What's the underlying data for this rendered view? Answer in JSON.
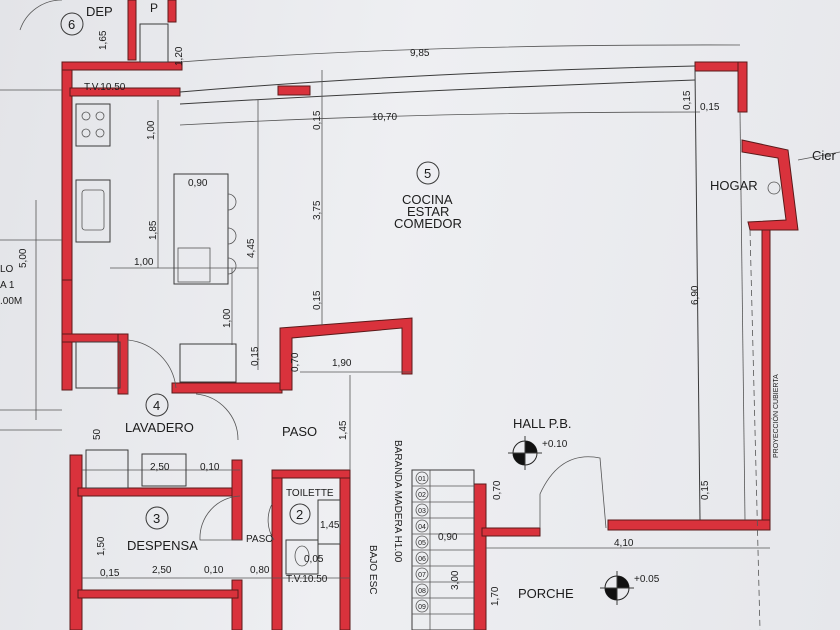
{
  "rooms": {
    "dep": {
      "number": "6",
      "name": "DEP"
    },
    "cocina": {
      "number": "5",
      "line1": "COCINA",
      "line2": "ESTAR",
      "line3": "COMEDOR"
    },
    "lavadero": {
      "number": "4",
      "name": "LAVADERO"
    },
    "despensa": {
      "number": "3",
      "name": "DESPENSA"
    },
    "toilette": {
      "number": "2",
      "name": "TOILETTE"
    },
    "paso1": "PASO",
    "paso2": "PASO",
    "hogar": "HOGAR",
    "hall": "HALL P.B.",
    "porche": "PORCHE"
  },
  "levels": {
    "hall": "+0.10",
    "porche": "+0.05"
  },
  "labels": {
    "tv_top": "T.V.10.50",
    "tv_bottom": "T.V.10.50",
    "baranda1": "BARANDA MADERA H1.00",
    "baranda2": "BAJO ESC",
    "cierre": "Cier",
    "proyeccion": "PROYECCIÓN CUBIERTA",
    "left1": "5,00",
    "left2": "LO",
    "left3": "A 1",
    "left4": ".00M",
    "p_top": "P"
  },
  "dims": {
    "d985": "9,85",
    "d1070": "10,70",
    "d015a": "0,15",
    "d015b": "0,15",
    "d015c": "0,15",
    "d375": "3,75",
    "d015d": "0,15",
    "d690": "6,90",
    "d015e": "0,15",
    "d165": "1,65",
    "d120": "1,20",
    "d100a": "1,00",
    "d090": "0,90",
    "d185": "1,85",
    "d445": "4,45",
    "d100b": "1,00",
    "d100c": "1,00",
    "d015f": "0,15",
    "d070a": "0,70",
    "d190": "1,90",
    "d145": "1,45",
    "d250a": "2,50",
    "d010a": "0,10",
    "d150": "1,50",
    "d015g": "0,15",
    "d250b": "2,50",
    "d010b": "0,10",
    "d080": "0,80",
    "d145b": "1,45",
    "d005": "0,05",
    "d070b": "0,70",
    "d090b": "0,90",
    "d300": "3,00",
    "d170": "1,70",
    "d410": "4,10",
    "d050": "50"
  },
  "stair_steps": [
    "01",
    "02",
    "03",
    "04",
    "05",
    "06",
    "07",
    "08",
    "09"
  ],
  "colors": {
    "wall": "#d9323c",
    "paper": "#e9eaee",
    "ink": "#1c1c1c"
  }
}
